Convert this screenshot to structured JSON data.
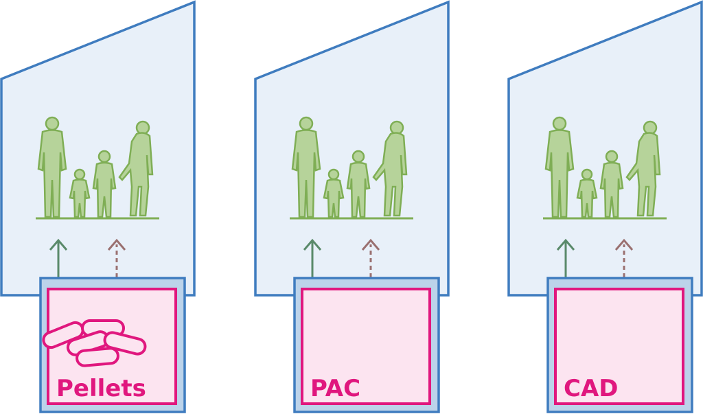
{
  "colors": {
    "house_fill": "#e8f0f9",
    "house_stroke": "#3f7cbf",
    "box_outer_fill": "#bcd3ea",
    "box_inner_fill": "#fce4f0",
    "accent": "#e0177e",
    "family_fill": "#b6d39a",
    "family_stroke": "#7fae55",
    "arrow_solid": "#5a8a6a",
    "arrow_dashed": "#9a7070"
  },
  "panels": [
    {
      "id": "pellets",
      "label": "Pellets",
      "icon": "pellets-icon"
    },
    {
      "id": "pac",
      "label": "PAC",
      "icon": "heat-pump-icon"
    },
    {
      "id": "cad",
      "label": "CAD",
      "icon": "cloud-icon"
    }
  ]
}
